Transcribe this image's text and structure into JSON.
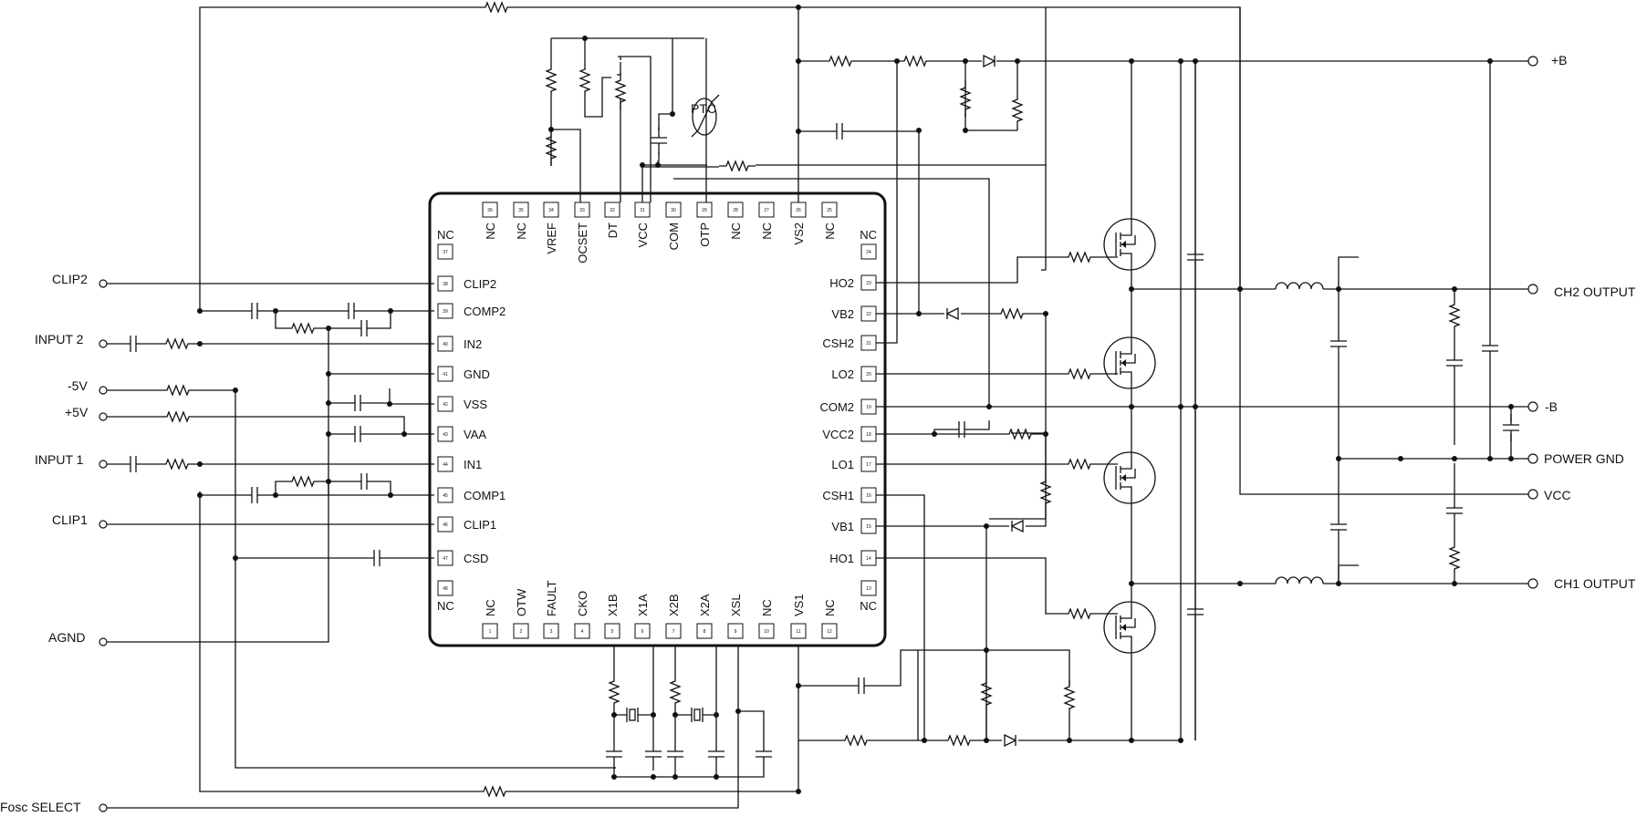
{
  "left_terminals": [
    "CLIP2",
    "INPUT 2",
    "-5V",
    "+5V",
    "INPUT 1",
    "CLIP1",
    "AGND",
    "Fosc SELECT"
  ],
  "right_terminals": [
    "+B",
    "CH2 OUTPUT",
    "-B",
    "POWER GND",
    "VCC",
    "CH1 OUTPUT"
  ],
  "ic": {
    "top_pins": [
      {
        "num": "36",
        "name": "NC"
      },
      {
        "num": "35",
        "name": "NC"
      },
      {
        "num": "34",
        "name": "VREF"
      },
      {
        "num": "33",
        "name": "OCSET"
      },
      {
        "num": "32",
        "name": "DT"
      },
      {
        "num": "31",
        "name": "VCC"
      },
      {
        "num": "30",
        "name": "COM"
      },
      {
        "num": "29",
        "name": "OTP"
      },
      {
        "num": "28",
        "name": "NC"
      },
      {
        "num": "27",
        "name": "NC"
      },
      {
        "num": "26",
        "name": "VS2"
      },
      {
        "num": "25",
        "name": "NC"
      }
    ],
    "left_pins": [
      {
        "num": "37",
        "name": "NC"
      },
      {
        "num": "38",
        "name": "CLIP2"
      },
      {
        "num": "39",
        "name": "COMP2"
      },
      {
        "num": "40",
        "name": "IN2"
      },
      {
        "num": "41",
        "name": "GND"
      },
      {
        "num": "42",
        "name": "VSS"
      },
      {
        "num": "43",
        "name": "VAA"
      },
      {
        "num": "44",
        "name": "IN1"
      },
      {
        "num": "45",
        "name": "COMP1"
      },
      {
        "num": "46",
        "name": "CLIP1"
      },
      {
        "num": "47",
        "name": "CSD"
      },
      {
        "num": "48",
        "name": "NC"
      }
    ],
    "right_pins": [
      {
        "num": "24",
        "name": "NC"
      },
      {
        "num": "23",
        "name": "HO2"
      },
      {
        "num": "22",
        "name": "VB2"
      },
      {
        "num": "21",
        "name": "CSH2"
      },
      {
        "num": "20",
        "name": "LO2"
      },
      {
        "num": "19",
        "name": "COM2"
      },
      {
        "num": "18",
        "name": "VCC2"
      },
      {
        "num": "17",
        "name": "LO1"
      },
      {
        "num": "16",
        "name": "CSH1"
      },
      {
        "num": "15",
        "name": "VB1"
      },
      {
        "num": "14",
        "name": "HO1"
      },
      {
        "num": "13",
        "name": "NC"
      }
    ],
    "bottom_pins": [
      {
        "num": "1",
        "name": "NC"
      },
      {
        "num": "2",
        "name": "OTW"
      },
      {
        "num": "3",
        "name": "FAULT"
      },
      {
        "num": "4",
        "name": "CKO"
      },
      {
        "num": "5",
        "name": "X1B"
      },
      {
        "num": "6",
        "name": "X1A"
      },
      {
        "num": "7",
        "name": "X2B"
      },
      {
        "num": "8",
        "name": "X2A"
      },
      {
        "num": "9",
        "name": "XSL"
      },
      {
        "num": "10",
        "name": "NC"
      },
      {
        "num": "11",
        "name": "VS1"
      },
      {
        "num": "12",
        "name": "NC"
      }
    ]
  },
  "ptc_label": "PTC"
}
